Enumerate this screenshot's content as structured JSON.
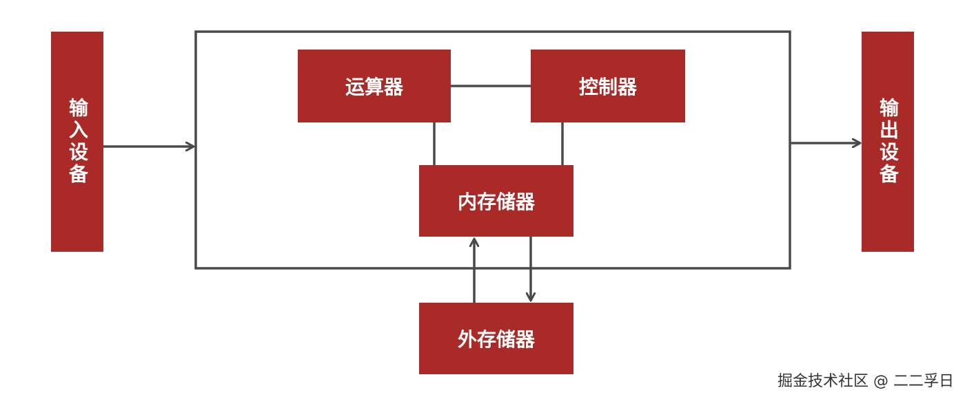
{
  "blocks": {
    "input_device": "输入设备",
    "output_device": "输出设备",
    "alu": "运算器",
    "controller": "控制器",
    "internal_memory": "内存储器",
    "external_memory": "外存储器"
  },
  "watermark": "掘金技术社区 @ 二二孚日",
  "colors": {
    "block_fill": "#aa2a28",
    "line": "#4a4a4a",
    "text_on_block": "#ffffff"
  }
}
